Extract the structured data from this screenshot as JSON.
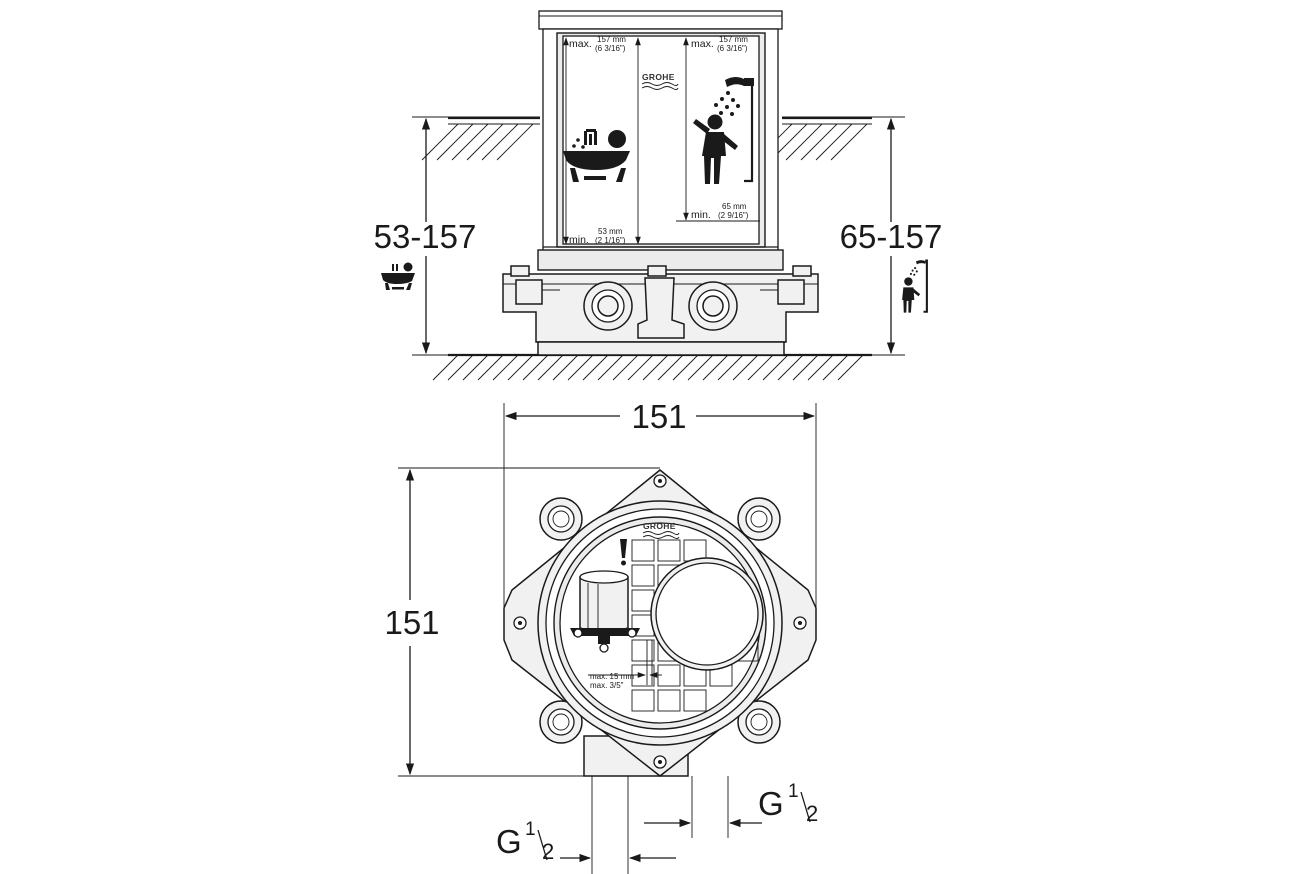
{
  "side_view": {
    "left_depth": "53-157",
    "right_depth": "65-157",
    "inner_left_max_label": "max.",
    "inner_left_max_mm": "157 mm",
    "inner_left_max_in": "(6 3/16\")",
    "inner_right_max_label": "max.",
    "inner_right_max_mm": "157 mm",
    "inner_right_max_in": "(6 3/16\")",
    "inner_left_min_label": "min.",
    "inner_left_min_mm": "53 mm",
    "inner_left_min_in": "(2 1/16\")",
    "inner_right_min_label": "min.",
    "inner_right_min_mm": "65 mm",
    "inner_right_min_in": "(2 9/16\")",
    "brand": "GROHE",
    "bath_icon": "bathtub-icon",
    "shower_icon": "shower-person-icon"
  },
  "top_view": {
    "width": "151",
    "height": "151",
    "brand": "GROHE",
    "offset_label_mm": "max. 15 mm",
    "offset_label_in": "max. 3/5\"",
    "warning_icon": "exclamation-icon"
  },
  "connections": {
    "left": {
      "letter": "G",
      "num": "1",
      "den": "2"
    },
    "right": {
      "letter": "G",
      "num": "1",
      "den": "2"
    }
  }
}
